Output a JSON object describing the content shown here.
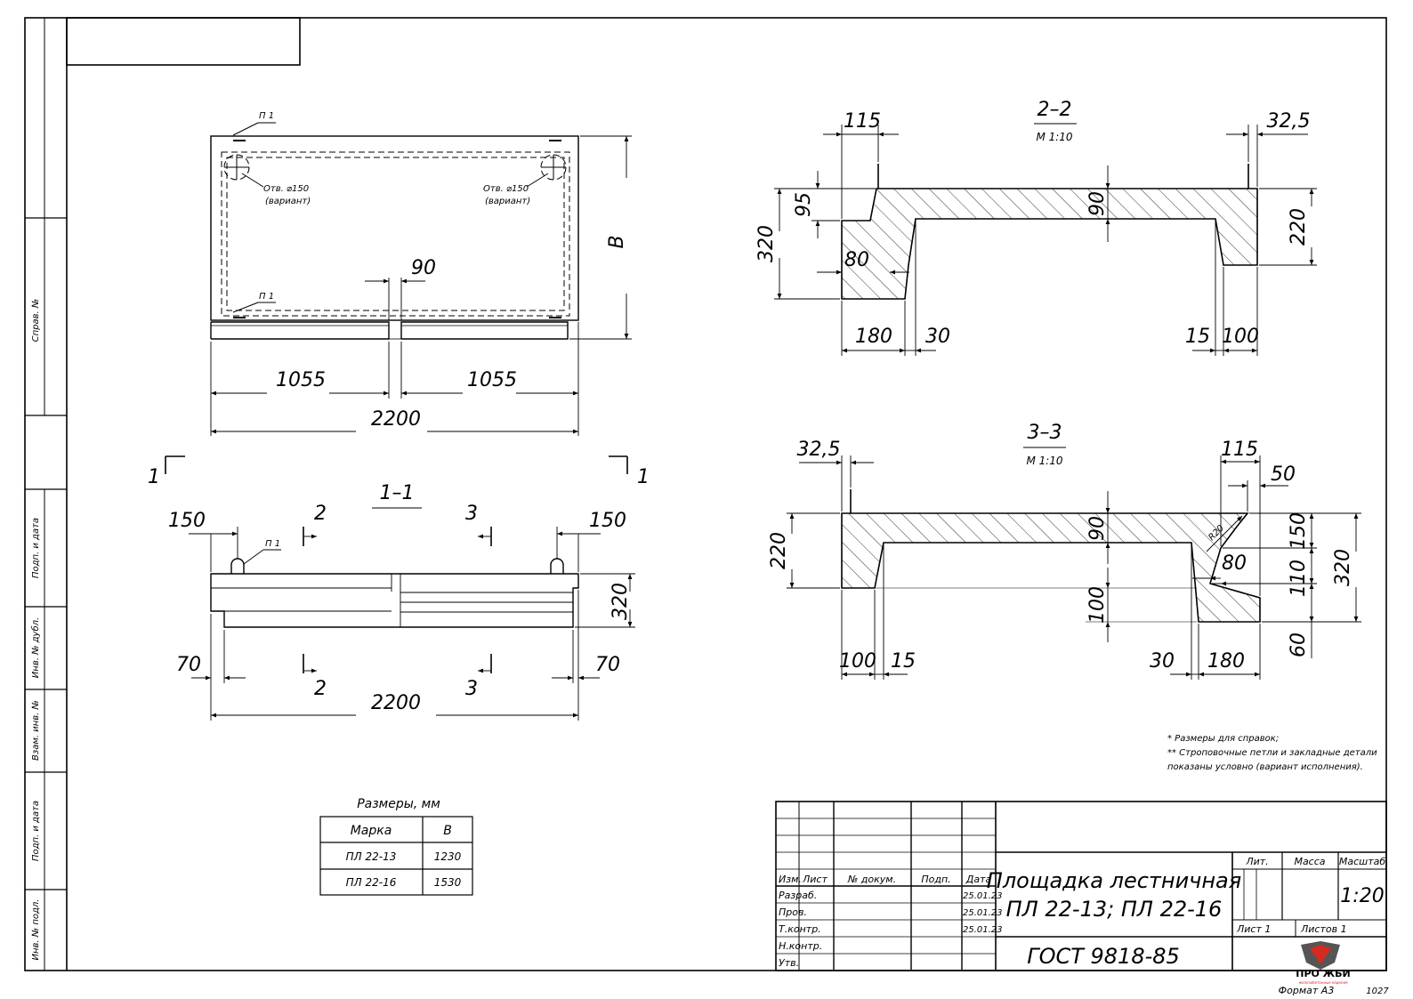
{
  "side_stamps": [
    "Справ. №",
    "Подп. и дата",
    "Инв. № дубл.",
    "Взам. инв. №",
    "Подп. и дата",
    "Инв. № подл."
  ],
  "plan": {
    "loop_label": "П 1",
    "hole_label": "Отв. ⌀150",
    "hole_note": "(вариант)",
    "dim_gap": "90",
    "dim_b": "B",
    "dim_left": "1055",
    "dim_right": "1055",
    "dim_total": "2200",
    "cut_mark": "1"
  },
  "section_1_1": {
    "title": "1–1",
    "cut_2": "2",
    "cut_3": "3",
    "dim_150_left": "150",
    "dim_150_right": "150",
    "dim_70_left": "70",
    "dim_70_right": "70",
    "dim_320": "320",
    "dim_total": "2200",
    "loop_label": "П 1"
  },
  "section_2_2": {
    "title": "2–2",
    "scale": "М 1:10",
    "dims": {
      "d115": "115",
      "d325": "32,5",
      "d95": "95",
      "d320": "320",
      "d90": "90",
      "d80": "80",
      "d220": "220",
      "d180": "180",
      "d30": "30",
      "d15": "15",
      "d100": "100"
    }
  },
  "section_3_3": {
    "title": "3–3",
    "scale": "М 1:10",
    "dims": {
      "d325": "32,5",
      "d115": "115",
      "d50": "50",
      "d220": "220",
      "d90": "90",
      "r20": "R20",
      "d150": "150",
      "d80": "80",
      "d110": "110",
      "d320": "320",
      "d100v": "100",
      "d60": "60",
      "d100": "100",
      "d15": "15",
      "d30": "30",
      "d180": "180"
    }
  },
  "notes": [
    "* Размеры для справок;",
    "** Строповочные петли и закладные детали",
    "показаны условно (вариант исполнения)."
  ],
  "size_table": {
    "caption": "Размеры, мм",
    "headers": [
      "Марка",
      "B"
    ],
    "rows": [
      [
        "ПЛ 22-13",
        "1230"
      ],
      [
        "ПЛ 22-16",
        "1530"
      ]
    ]
  },
  "title_block": {
    "col_headers": [
      "Изм.",
      "Лист",
      "№ докум.",
      "Подп.",
      "Дата"
    ],
    "roles": [
      {
        "role": "Разраб.",
        "date": "25.01.23"
      },
      {
        "role": "Пров.",
        "date": "25.01.23"
      },
      {
        "role": "Т.контр.",
        "date": "25.01.23"
      },
      {
        "role": "",
        "date": ""
      },
      {
        "role": "Н.контр.",
        "date": ""
      },
      {
        "role": "Утв.",
        "date": ""
      }
    ],
    "name_line1": "Площадка лестничная",
    "name_line2": "ПЛ 22-13; ПЛ 22-16",
    "standard": "ГОСТ 9818-85",
    "lit_label": "Лит.",
    "mass_label": "Масса",
    "scale_label": "Масштаб",
    "scale_value": "1:20",
    "sheet_label": "Лист 1",
    "sheets_label": "Листов 1",
    "logo_text": "ПРО ЖБИ",
    "logo_sub": "железобетонные изделия"
  },
  "format_label": "Формат А3",
  "page_number": "1027",
  "colors": {
    "line": "#000000",
    "logo_red": "#d42a1f",
    "logo_dark": "#555555"
  }
}
